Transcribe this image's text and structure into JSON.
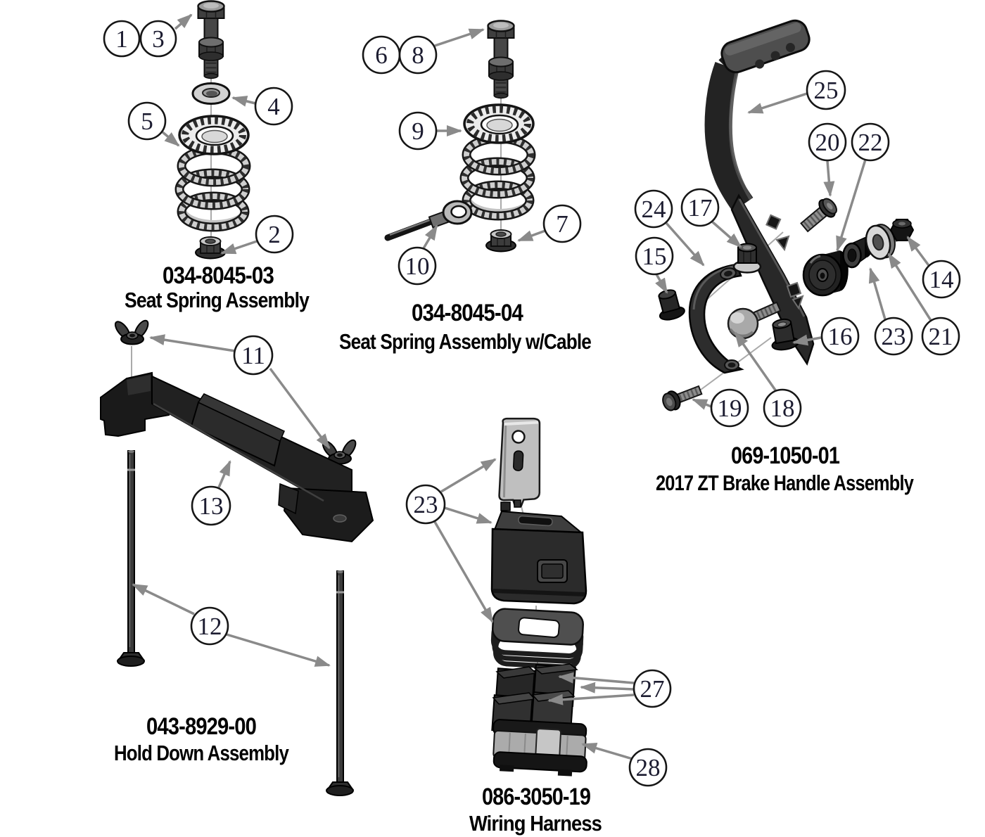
{
  "document": {
    "type": "exploded-parts-diagram",
    "background_color": "#ffffff"
  },
  "style": {
    "callout_circle_fill": "#ffffff",
    "callout_circle_stroke": "#161616",
    "callout_number_color": "#1c1c30",
    "leader_arrow_color": "#8a8a8a",
    "centerline_color": "#aaaaaa",
    "title_color": "#010101",
    "part_dark_color": "#2a2a2a",
    "part_metal_color": "#cfcfcf"
  },
  "assemblies": [
    {
      "part_number": "034-8045-03",
      "name": "Seat Spring Assembly",
      "parts": [
        "hex-bolt",
        "flat-washer",
        "compression-spring",
        "flange-lock-nut"
      ],
      "callouts": [
        {
          "label": "1"
        },
        {
          "label": "3"
        },
        {
          "label": "4"
        },
        {
          "label": "5"
        },
        {
          "label": "2"
        }
      ]
    },
    {
      "part_number": "034-8045-04",
      "name": "Seat Spring Assembly w/Cable",
      "parts": [
        "hex-bolt",
        "compression-spring",
        "cable-with-eyelet",
        "flange-lock-nut"
      ],
      "callouts": [
        {
          "label": "6"
        },
        {
          "label": "8"
        },
        {
          "label": "9"
        },
        {
          "label": "10"
        },
        {
          "label": "7"
        }
      ]
    },
    {
      "part_number": "069-1050-01",
      "name": "2017 ZT Brake Handle Assembly",
      "parts": [
        "brake-handle-with-grip",
        "hex-flange-bolt",
        "roller-bumper",
        "pivot-bracket",
        "flange-nut",
        "flange-lock-nut",
        "lock-nut",
        "spacer-bushing",
        "flat-washer",
        "carriage-bolt",
        "hex-bolt"
      ],
      "callouts": [
        {
          "label": "25"
        },
        {
          "label": "20"
        },
        {
          "label": "22"
        },
        {
          "label": "24"
        },
        {
          "label": "17"
        },
        {
          "label": "15"
        },
        {
          "label": "14"
        },
        {
          "label": "16"
        },
        {
          "label": "23"
        },
        {
          "label": "21"
        },
        {
          "label": "19"
        },
        {
          "label": "18"
        }
      ]
    },
    {
      "part_number": "043-8929-00",
      "name": "Hold Down Assembly",
      "parts": [
        "wing-nut",
        "hold-down-bracket",
        "hold-down-rod"
      ],
      "callouts": [
        {
          "label": "11"
        },
        {
          "label": "13"
        },
        {
          "label": "12"
        }
      ]
    },
    {
      "part_number": "086-3050-19",
      "name": "Wiring Harness",
      "parts": [
        "mounting-tab",
        "harness-cover",
        "rubber-boot-gasket",
        "relay-modules",
        "connector-base"
      ],
      "callouts": [
        {
          "label": "23"
        },
        {
          "label": "27"
        },
        {
          "label": "28"
        }
      ]
    }
  ]
}
